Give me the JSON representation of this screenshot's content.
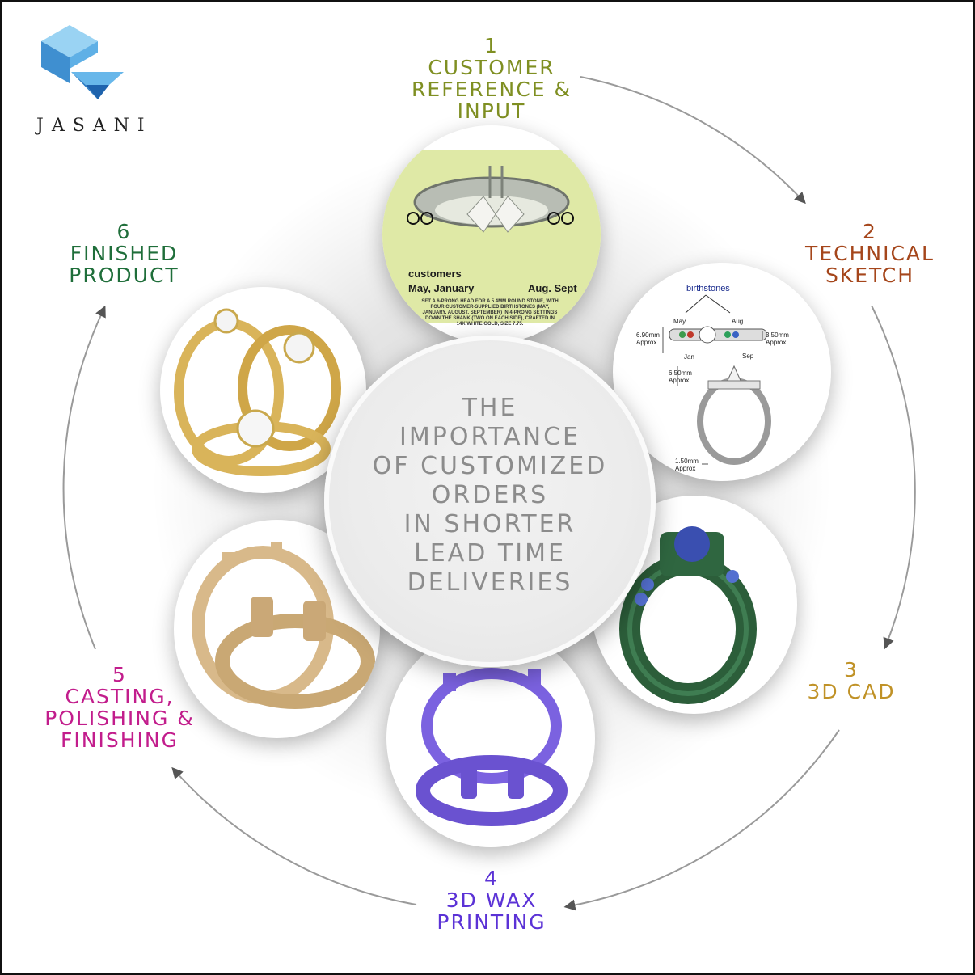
{
  "brand": {
    "name": "JASANI"
  },
  "center": {
    "lines": [
      "THE",
      "IMPORTANCE",
      "OF CUSTOMIZED",
      "ORDERS",
      "IN SHORTER",
      "LEAD TIME",
      "DELIVERIES"
    ]
  },
  "steps": [
    {
      "number": "1",
      "lines": [
        "CUSTOMER",
        "REFERENCE &",
        "INPUT"
      ],
      "color": "#7f8f22"
    },
    {
      "number": "2",
      "lines": [
        "TECHNICAL",
        "SKETCH"
      ],
      "color": "#a5461b"
    },
    {
      "number": "3",
      "lines": [
        "3D CAD"
      ],
      "color": "#c09227"
    },
    {
      "number": "4",
      "lines": [
        "3D WAX",
        "PRINTING"
      ],
      "color": "#5b32d6"
    },
    {
      "number": "5",
      "lines": [
        "CASTING,",
        "POLISHING &",
        "FINISHING"
      ],
      "color": "#c21d8c"
    },
    {
      "number": "6",
      "lines": [
        "FINISHED",
        "PRODUCT"
      ],
      "color": "#1f6e3a"
    }
  ],
  "reference_image": {
    "label_customers": "customers",
    "label_left": "May, January",
    "label_right": "Aug. Sept",
    "note": "SET A 6-PRONG HEAD FOR A 5.4MM ROUND STONE, WITH FOUR CUSTOMER-SUPPLIED BIRTHSTONES (MAY, JANUARY, AUGUST, SEPTEMBER) IN 4-PRONG SETTINGS DOWN THE SHANK (TWO ON EACH SIDE), CRAFTED IN 14K WHITE GOLD, SIZE 7.75."
  },
  "sketch_image": {
    "title": "birthstones",
    "may": "May",
    "aug": "Aug",
    "jan": "Jan",
    "sep": "Sep",
    "dim_690": "6.90mm",
    "dim_350": "3.50mm",
    "dim_650": "6.50mm",
    "dim_150": "1.50mm",
    "approx": "Approx"
  },
  "colors": {
    "arrow": "#999999",
    "logo_light": "#8cc9ef",
    "logo_dark": "#1f6fb5",
    "gold": "#d9b45a",
    "cad_green": "#2c5e3a",
    "wax_purple": "#7b62e0",
    "cast_beige": "#d8b98a"
  }
}
